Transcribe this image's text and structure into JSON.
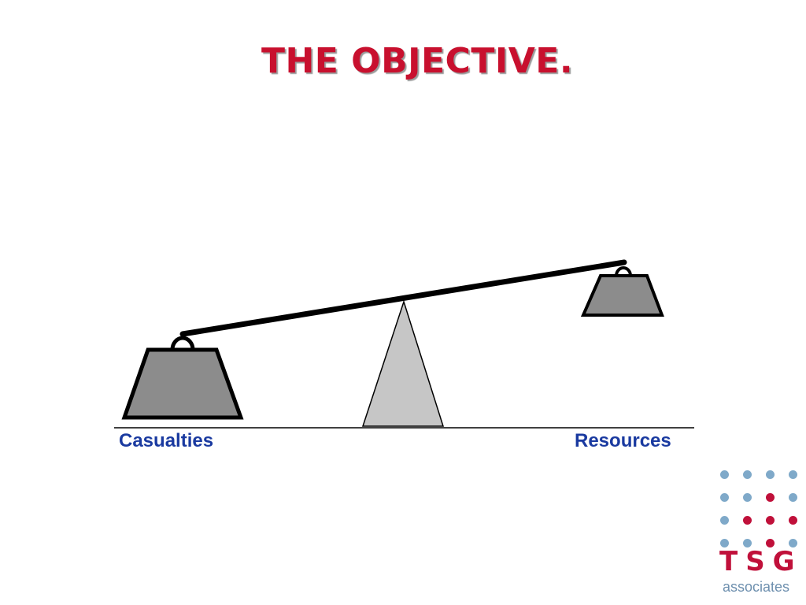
{
  "slide": {
    "title": "THE OBJECTIVE.",
    "left_label": "Casualties",
    "right_label": "Resources"
  },
  "logo": {
    "brand": "TSG",
    "sub": "associates",
    "dot_pattern": [
      [
        "blue",
        "blue",
        "blue",
        "blue"
      ],
      [
        "blue",
        "blue",
        "red",
        "blue"
      ],
      [
        "blue",
        "red",
        "red",
        "red"
      ],
      [
        "blue",
        "blue",
        "red",
        "blue"
      ]
    ]
  },
  "colors": {
    "title": "#c8102e",
    "labels": "#1a3aa0",
    "weight_fill": "#8c8c8c",
    "fulcrum_fill": "#c6c6c6",
    "logo_blue": "#7fa9c9",
    "logo_red": "#c0103a",
    "logo_brand": "#c0103a",
    "logo_sub": "#6d8fae"
  }
}
